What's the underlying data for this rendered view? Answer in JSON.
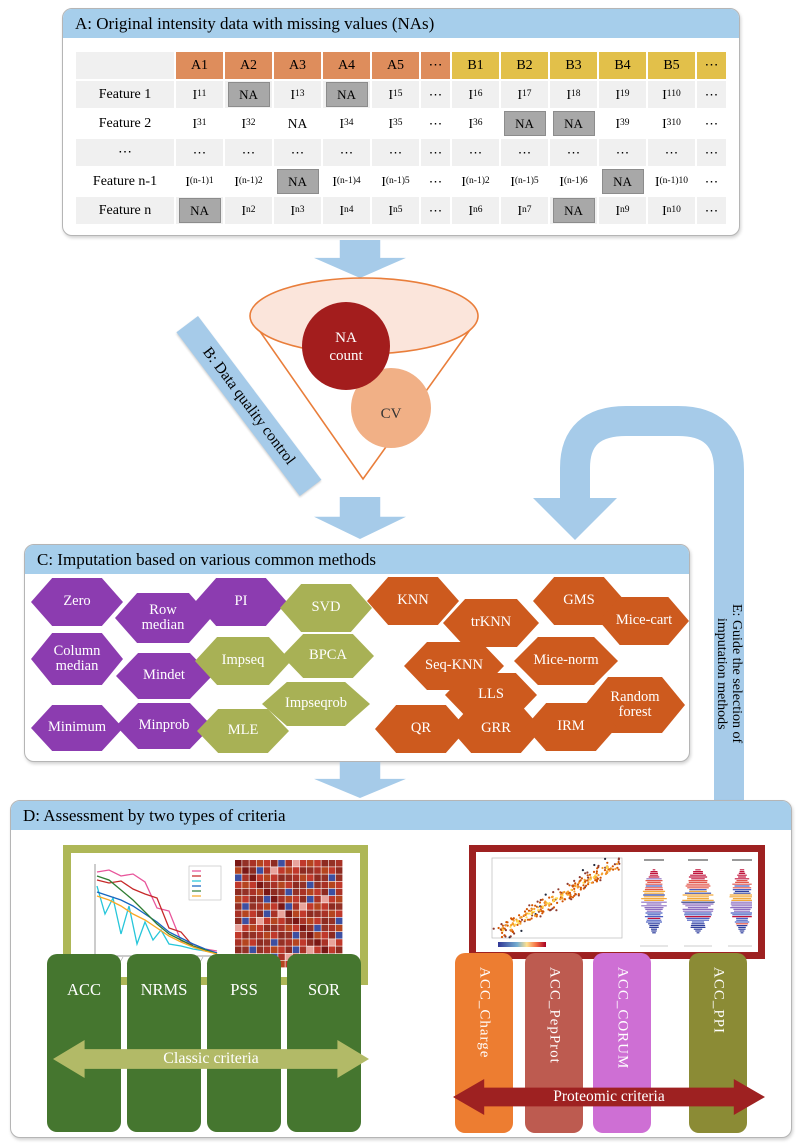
{
  "panel_a": {
    "title": "A: Original intensity data with missing values (NAs)",
    "table": {
      "col_headers": [
        "",
        "A1",
        "A2",
        "A3",
        "A4",
        "A5",
        "⋯",
        "B1",
        "B2",
        "B3",
        "B4",
        "B5",
        "⋯"
      ],
      "rows": [
        {
          "label": "Feature 1",
          "cells": [
            "I|11",
            "NA!",
            "I|13",
            "NA!",
            "I|15",
            "⋯",
            "I|16",
            "I|17",
            "I|18",
            "I|19",
            "I|110",
            "⋯"
          ]
        },
        {
          "label": "Feature 2",
          "cells": [
            "I|31",
            "I|32",
            "NA",
            "I|34",
            "I|35",
            "⋯",
            "I|36",
            "NA!",
            "NA!",
            "I|39",
            "I|310",
            "⋯"
          ]
        },
        {
          "label": "⋯",
          "cells": [
            "⋯",
            "⋯",
            "⋯",
            "⋯",
            "⋯",
            "⋯",
            "⋯",
            "⋯",
            "⋯",
            "⋯",
            "⋯",
            "⋯"
          ]
        },
        {
          "label": "Feature n-1",
          "cells": [
            "I|(n-1)1",
            "I|(n-1)2",
            "NA!",
            "I|(n-1)4",
            "I|(n-1)5",
            "⋯",
            "I|(n-1)2",
            "I|(n-1)5",
            "I|(n-1)6",
            "NA!",
            "I|(n-1)10",
            "⋯"
          ]
        },
        {
          "label": "Feature n",
          "cells": [
            "NA!",
            "I|n2",
            "I|n3",
            "I|n4",
            "I|n5",
            "⋯",
            "I|n6",
            "I|n7",
            "NA!",
            "I|n9",
            "I|n10",
            "⋯"
          ]
        }
      ]
    }
  },
  "panel_b": {
    "label": "B: Data quality control",
    "na_count_line1": "NA",
    "na_count_line2": "count",
    "cv_label": "CV"
  },
  "panel_c": {
    "title": "C: Imputation based on various common methods",
    "methods": [
      {
        "label": "Zero",
        "group": "purple"
      },
      {
        "label": "Row median",
        "group": "purple"
      },
      {
        "label": "PI",
        "group": "purple"
      },
      {
        "label": "Column median",
        "group": "purple"
      },
      {
        "label": "Mindet",
        "group": "purple"
      },
      {
        "label": "Minimum",
        "group": "purple"
      },
      {
        "label": "Minprob",
        "group": "purple"
      },
      {
        "label": "SVD",
        "group": "olive"
      },
      {
        "label": "Impseq",
        "group": "olive"
      },
      {
        "label": "BPCA",
        "group": "olive"
      },
      {
        "label": "Impseqrob",
        "group": "olive"
      },
      {
        "label": "MLE",
        "group": "olive"
      },
      {
        "label": "KNN",
        "group": "orange"
      },
      {
        "label": "trKNN",
        "group": "orange"
      },
      {
        "label": "GMS",
        "group": "orange"
      },
      {
        "label": "Mice-cart",
        "group": "orange"
      },
      {
        "label": "Seq-KNN",
        "group": "orange"
      },
      {
        "label": "Mice-norm",
        "group": "orange"
      },
      {
        "label": "LLS",
        "group": "orange"
      },
      {
        "label": "Random forest",
        "group": "orange"
      },
      {
        "label": "QR",
        "group": "orange"
      },
      {
        "label": "GRR",
        "group": "orange"
      },
      {
        "label": "IRM",
        "group": "orange"
      }
    ]
  },
  "panel_d": {
    "title": "D: Assessment by two types of criteria",
    "classic_pillars": [
      "ACC",
      "NRMS",
      "PSS",
      "SOR"
    ],
    "classic_arrow_label": "Classic criteria",
    "proteomic_pillars": [
      {
        "label": "ACC_Charge",
        "color": "#ED7D31"
      },
      {
        "label": "ACC_PepProt",
        "color": "#BD5B50"
      },
      {
        "label": "ACC_CORUM",
        "color": "#CE6FD4"
      },
      {
        "label": "ACC_PPI",
        "color": "#8B8B35"
      }
    ],
    "proteomic_arrow_label": "Proteomic criteria"
  },
  "panel_e": {
    "line1": "E: Guide the selection of",
    "line2": "imputation methods"
  },
  "colors": {
    "panel_header": "#A6CEEB",
    "arrow_blue": "#A6CBE9",
    "hex_purple": "#8C3CB0",
    "hex_olive": "#A8B155",
    "hex_orange": "#CD5A1E",
    "na_cell_gray": "#A8A8A8",
    "header_a_orange": "#DE8D5C",
    "header_b_gold": "#E2C04A",
    "funnel_outline": "#E97E3B",
    "funnel_top_fill": "#FBE5DB",
    "na_circle_red": "#A31D1D",
    "cv_circle_orange": "#F1B086",
    "classic_green": "#45762F",
    "classic_arrow_olive": "#B2BA67",
    "proteomic_arrow_red": "#9E2121",
    "frame_olive": "#AEB757"
  }
}
